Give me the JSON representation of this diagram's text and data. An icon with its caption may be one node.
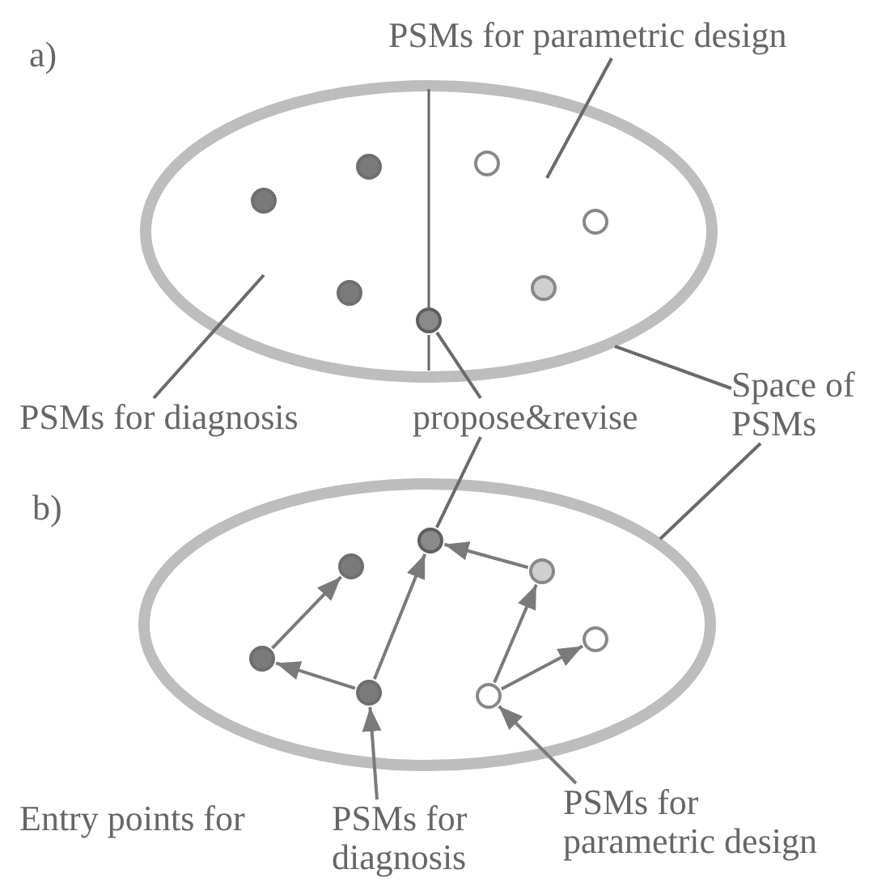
{
  "diagram": {
    "nodes": [
      {
        "text": [
          "PSMs for parametric design"
        ]
      },
      {
        "text": [],
        "shape": "ellipse"
      },
      {
        "text": [],
        "shape": "circle",
        "in": 1
      },
      {
        "text": [],
        "shape": "circle",
        "in": 1
      },
      {
        "text": [],
        "shape": "circle",
        "in": 1
      },
      {
        "text": [],
        "shape": "circle",
        "in": 1
      },
      {
        "text": [],
        "shape": "circle",
        "in": 1
      },
      {
        "text": [],
        "shape": "circle",
        "in": 1
      },
      {
        "text": [],
        "shape": "circle",
        "in": 1
      },
      {
        "text": [
          "PSMs for diagnosis"
        ]
      },
      {
        "text": [
          "propose&revise"
        ]
      },
      {
        "text": [
          "Space of PSMs"
        ]
      },
      {
        "text": [],
        "shape": "ellipse"
      },
      {
        "text": [],
        "shape": "circle",
        "in": 12
      },
      {
        "text": [],
        "shape": "circle",
        "in": 12
      },
      {
        "text": [],
        "shape": "circle",
        "in": 12
      },
      {
        "text": [],
        "shape": "circle",
        "in": 12
      },
      {
        "text": [],
        "shape": "circle",
        "in": 12
      },
      {
        "text": [],
        "shape": "circle",
        "in": 12
      },
      {
        "text": [],
        "shape": "circle",
        "in": 12
      },
      {
        "text": [
          "PSMs for diagnosis"
        ]
      },
      {
        "text": [
          "PSMs for parametric design"
        ]
      }
    ],
    "edges": [
      {
        "from": 0,
        "to": null,
        "arrow": "none"
      },
      {
        "from": 9,
        "to": null,
        "arrow": "none"
      },
      {
        "from": 10,
        "to": 5,
        "arrow": "none"
      },
      {
        "from": 10,
        "to": 14,
        "arrow": "none"
      },
      {
        "from": 11,
        "to": 1,
        "arrow": "none"
      },
      {
        "from": 11,
        "to": 12,
        "arrow": "none"
      },
      {
        "from": 18,
        "to": 17,
        "arrow": "to"
      },
      {
        "from": 17,
        "to": 13,
        "arrow": "to"
      },
      {
        "from": 18,
        "to": 14,
        "arrow": "to"
      },
      {
        "from": 15,
        "to": 14,
        "arrow": "to"
      },
      {
        "from": 19,
        "to": 15,
        "arrow": "to"
      },
      {
        "from": 19,
        "to": 16,
        "arrow": "to"
      },
      {
        "from": 20,
        "to": 18,
        "arrow": "to"
      },
      {
        "from": 21,
        "to": 19,
        "arrow": "to"
      }
    ],
    "labels": [
      "a)",
      "b)",
      "Entry points for"
    ]
  }
}
